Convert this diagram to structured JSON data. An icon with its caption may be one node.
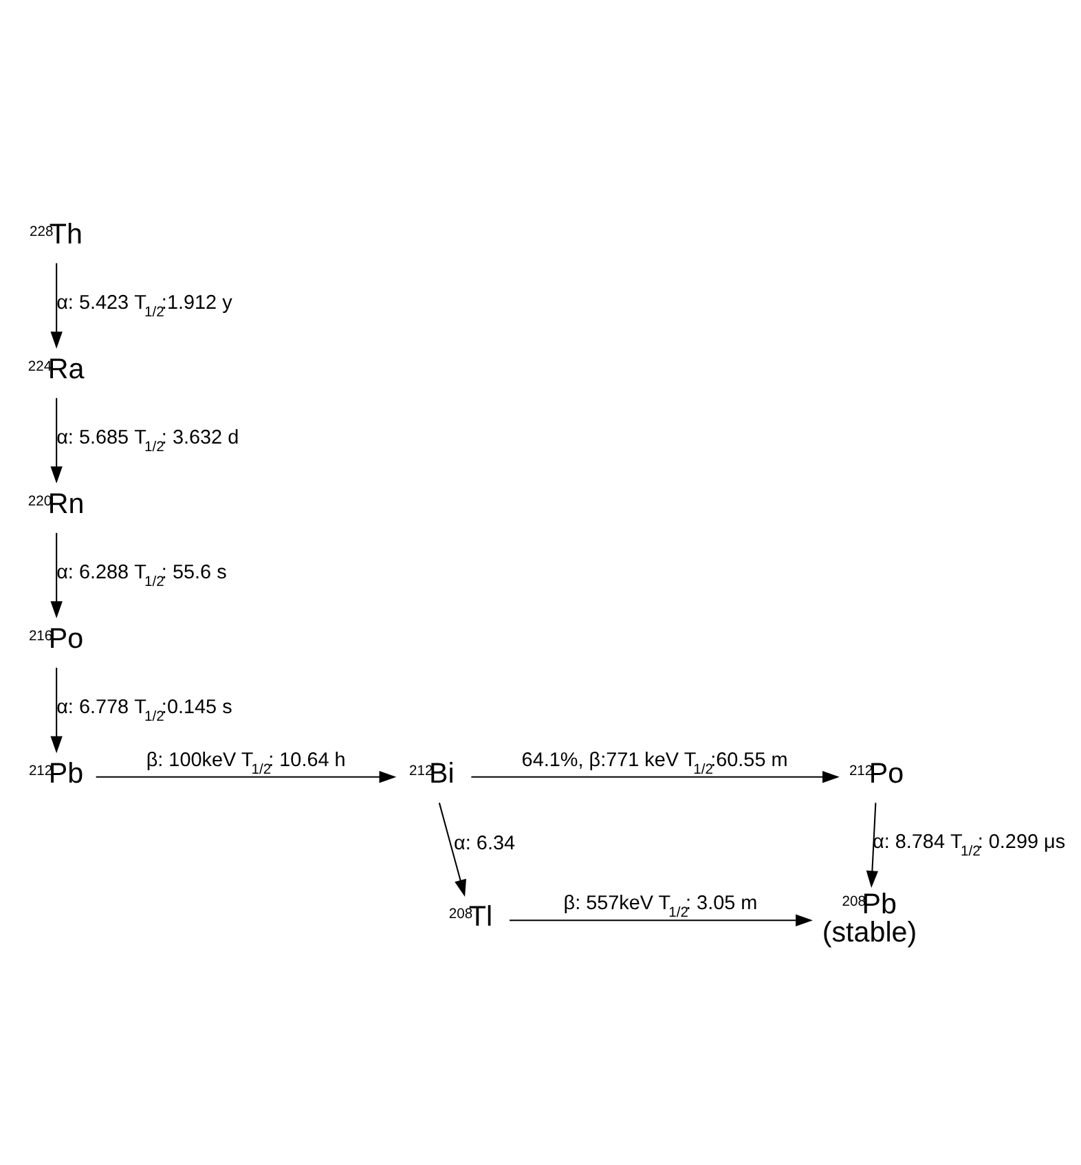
{
  "diagram": {
    "nodes": [
      {
        "text": [
          "$^{228}$Th"
        ]
      },
      {
        "text": [
          "$^{224}$Ra"
        ]
      },
      {
        "text": [
          "$^{220}$Rn"
        ]
      },
      {
        "text": [
          "$^{216}$Po"
        ]
      },
      {
        "text": [
          "$^{212}$Pb"
        ]
      },
      {
        "text": [
          "$^{212}$Bi"
        ]
      },
      {
        "text": [
          "$^{212}$Po"
        ]
      },
      {
        "text": [
          "$^{208}$Tl"
        ]
      },
      {
        "text": [
          "$^{208}$Pb",
          "(stable)"
        ]
      }
    ],
    "edges": [
      {
        "from": 0,
        "to": 1,
        "arrow": "to",
        "label": "α: 5.423 T$_{1/2}$:1.912 y"
      },
      {
        "from": 1,
        "to": 2,
        "arrow": "to",
        "label": "α: 5.685 T$_{1/2}$: 3.632 d"
      },
      {
        "from": 2,
        "to": 3,
        "arrow": "to",
        "label": "α: 6.288 T$_{1/2}$: 55.6 s"
      },
      {
        "from": 3,
        "to": 4,
        "arrow": "to",
        "label": "α: 6.778 T$_{1/2}$:0.145 s"
      },
      {
        "from": 4,
        "to": 5,
        "arrow": "to",
        "label": "β: 100keV T$_{1/2}$: 10.64 h"
      },
      {
        "from": 5,
        "to": 6,
        "arrow": "to",
        "label": "64.1%, β:771 keV T$_{1/2}$:60.55 m"
      },
      {
        "from": 5,
        "to": 7,
        "arrow": "to",
        "label": "α: 6.34"
      },
      {
        "from": 6,
        "to": 8,
        "arrow": "to",
        "label": "α: 8.784 T$_{1/2}$: 0.299 μs"
      },
      {
        "from": 7,
        "to": 8,
        "arrow": "to",
        "label": "β: 557keV T$_{1/2}$: 3.05 m"
      }
    ]
  }
}
